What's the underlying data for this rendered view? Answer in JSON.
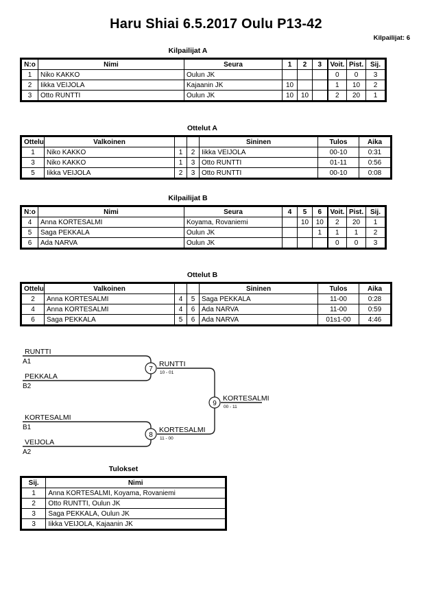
{
  "header": {
    "title": "Haru Shiai  6.5.2017  Oulu   P13-42",
    "competitor_count": "Kilpailijat: 6"
  },
  "pool_a": {
    "caption": "Kilpailijat A",
    "columns": {
      "no": "N:o",
      "name": "Nimi",
      "club": "Seura",
      "s1": "1",
      "s2": "2",
      "s3": "3",
      "wins": "Voit.",
      "points": "Pist.",
      "rank": "Sij."
    },
    "rows": [
      {
        "no": "1",
        "name": "Niko KAKKO",
        "club": "Oulun JK",
        "s1": "",
        "s2": "",
        "s3": "",
        "wins": "0",
        "points": "0",
        "rank": "3"
      },
      {
        "no": "2",
        "name": "Iikka VEIJOLA",
        "club": "Kajaanin JK",
        "s1": "10",
        "s2": "",
        "s3": "",
        "wins": "1",
        "points": "10",
        "rank": "2"
      },
      {
        "no": "3",
        "name": "Otto RUNTTI",
        "club": "Oulun JK",
        "s1": "10",
        "s2": "10",
        "s3": "",
        "wins": "2",
        "points": "20",
        "rank": "1"
      }
    ]
  },
  "matches_a": {
    "caption": "Ottelut A",
    "columns": {
      "no": "Ottelu",
      "white": "Valkoinen",
      "wn": "",
      "bn": "",
      "blue": "Sininen",
      "result": "Tulos",
      "time": "Aika"
    },
    "rows": [
      {
        "no": "1",
        "white": "Niko KAKKO",
        "wn": "1",
        "bn": "2",
        "blue": "Iikka VEIJOLA",
        "result": "00-10",
        "time": "0:31"
      },
      {
        "no": "3",
        "white": "Niko KAKKO",
        "wn": "1",
        "bn": "3",
        "blue": "Otto RUNTTI",
        "result": "01-11",
        "time": "0:56"
      },
      {
        "no": "5",
        "white": "Iikka VEIJOLA",
        "wn": "2",
        "bn": "3",
        "blue": "Otto RUNTTI",
        "result": "00-10",
        "time": "0:08"
      }
    ]
  },
  "pool_b": {
    "caption": "Kilpailijat B",
    "columns": {
      "no": "N:o",
      "name": "Nimi",
      "club": "Seura",
      "s1": "4",
      "s2": "5",
      "s3": "6",
      "wins": "Voit.",
      "points": "Pist.",
      "rank": "Sij."
    },
    "rows": [
      {
        "no": "4",
        "name": "Anna KORTESALMI",
        "club": "Koyama, Rovaniemi",
        "s1": "",
        "s2": "10",
        "s3": "10",
        "wins": "2",
        "points": "20",
        "rank": "1"
      },
      {
        "no": "5",
        "name": "Saga PEKKALA",
        "club": "Oulun JK",
        "s1": "",
        "s2": "",
        "s3": "1",
        "wins": "1",
        "points": "1",
        "rank": "2"
      },
      {
        "no": "6",
        "name": "Ada NARVA",
        "club": "Oulun JK",
        "s1": "",
        "s2": "",
        "s3": "",
        "wins": "0",
        "points": "0",
        "rank": "3"
      }
    ]
  },
  "matches_b": {
    "caption": "Ottelut B",
    "columns": {
      "no": "Ottelu",
      "white": "Valkoinen",
      "wn": "",
      "bn": "",
      "blue": "Sininen",
      "result": "Tulos",
      "time": "Aika"
    },
    "rows": [
      {
        "no": "2",
        "white": "Anna KORTESALMI",
        "wn": "4",
        "bn": "5",
        "blue": "Saga PEKKALA",
        "result": "11-00",
        "time": "0:28"
      },
      {
        "no": "4",
        "white": "Anna KORTESALMI",
        "wn": "4",
        "bn": "6",
        "blue": "Ada NARVA",
        "result": "11-00",
        "time": "0:59"
      },
      {
        "no": "6",
        "white": "Saga PEKKALA",
        "wn": "5",
        "bn": "6",
        "blue": "Ada NARVA",
        "result": "01s1-00",
        "time": "4:46"
      }
    ]
  },
  "bracket": {
    "entries": [
      {
        "name": "RUNTTI",
        "seed": "A1"
      },
      {
        "name": "PEKKALA",
        "seed": "B2"
      },
      {
        "name": "KORTESALMI",
        "seed": "B1"
      },
      {
        "name": "VEIJOLA",
        "seed": "A2"
      }
    ],
    "matches": [
      {
        "number": "7",
        "winner": "RUNTTI",
        "score": "10 - 01"
      },
      {
        "number": "8",
        "winner": "KORTESALMI",
        "score": "11 - 00"
      },
      {
        "number": "9",
        "winner": "KORTESALMI",
        "score": "00 - 11"
      }
    ]
  },
  "results": {
    "caption": "Tulokset",
    "columns": {
      "rank": "Sij.",
      "name": "Nimi"
    },
    "rows": [
      {
        "rank": "1",
        "name": "Anna KORTESALMI, Koyama, Rovaniemi"
      },
      {
        "rank": "2",
        "name": "Otto RUNTTI, Oulun JK"
      },
      {
        "rank": "3",
        "name": "Saga PEKKALA, Oulun JK"
      },
      {
        "rank": "3",
        "name": "Iikka VEIJOLA, Kajaanin JK"
      }
    ]
  }
}
